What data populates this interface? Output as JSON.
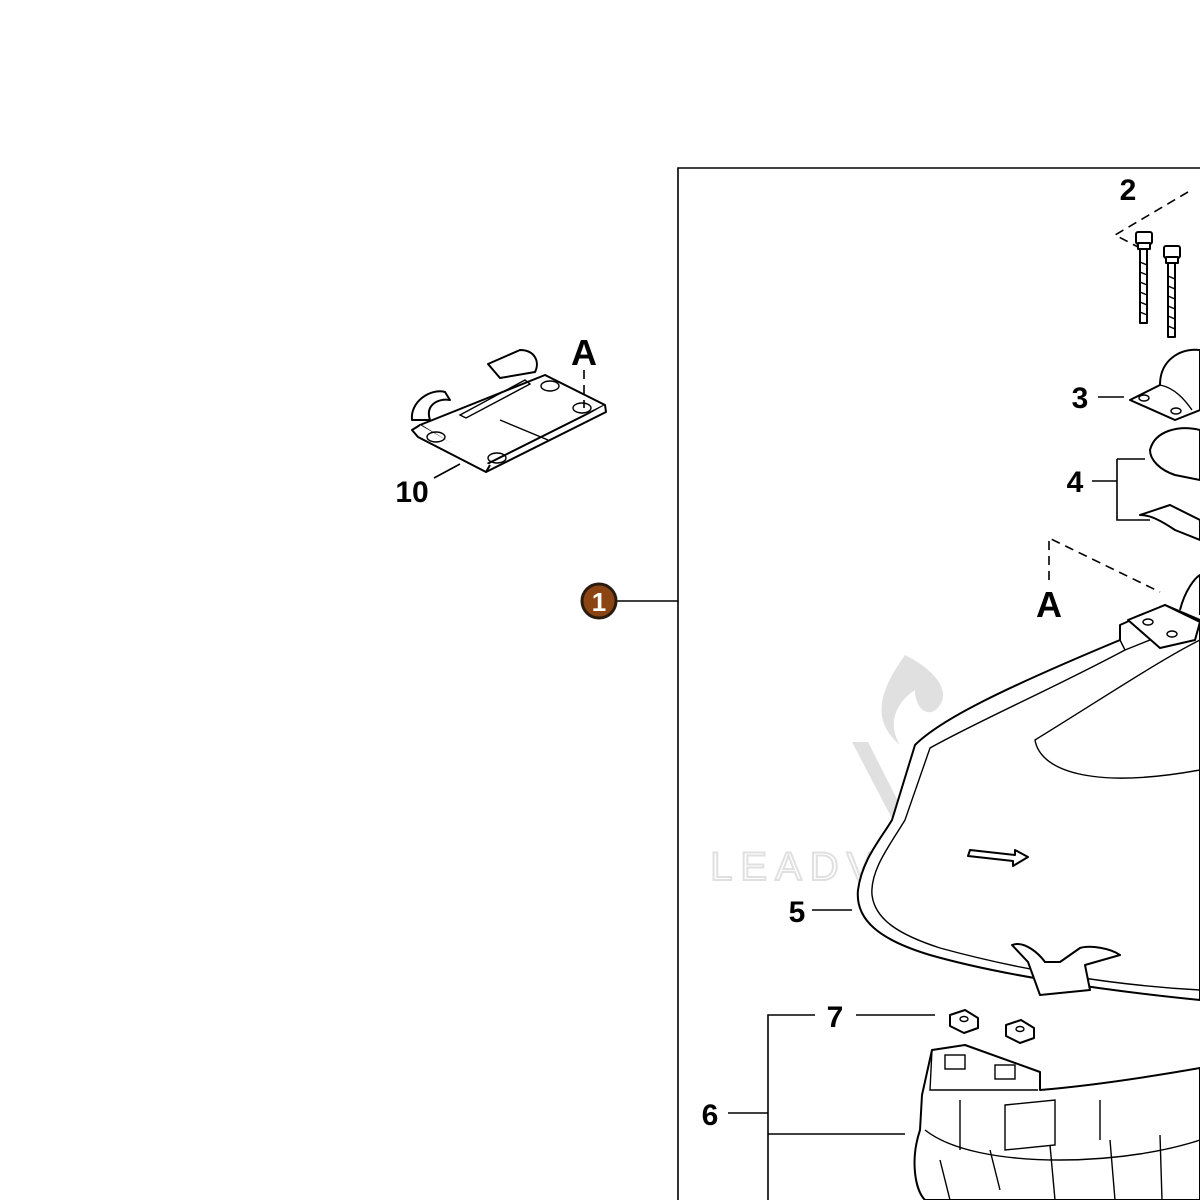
{
  "callouts": {
    "c1": "1",
    "c2": "2",
    "c3": "3",
    "c4": "4",
    "c5": "5",
    "c6": "6",
    "c7": "7",
    "c10": "10"
  },
  "refs": {
    "a_upper": "A",
    "a_lower": "A"
  },
  "watermark": {
    "text": "LEADVENTURE"
  },
  "colors": {
    "badge_fill": "#8b4513",
    "badge_ring": "#2b1a0e",
    "watermark": "#d9d9d9"
  }
}
